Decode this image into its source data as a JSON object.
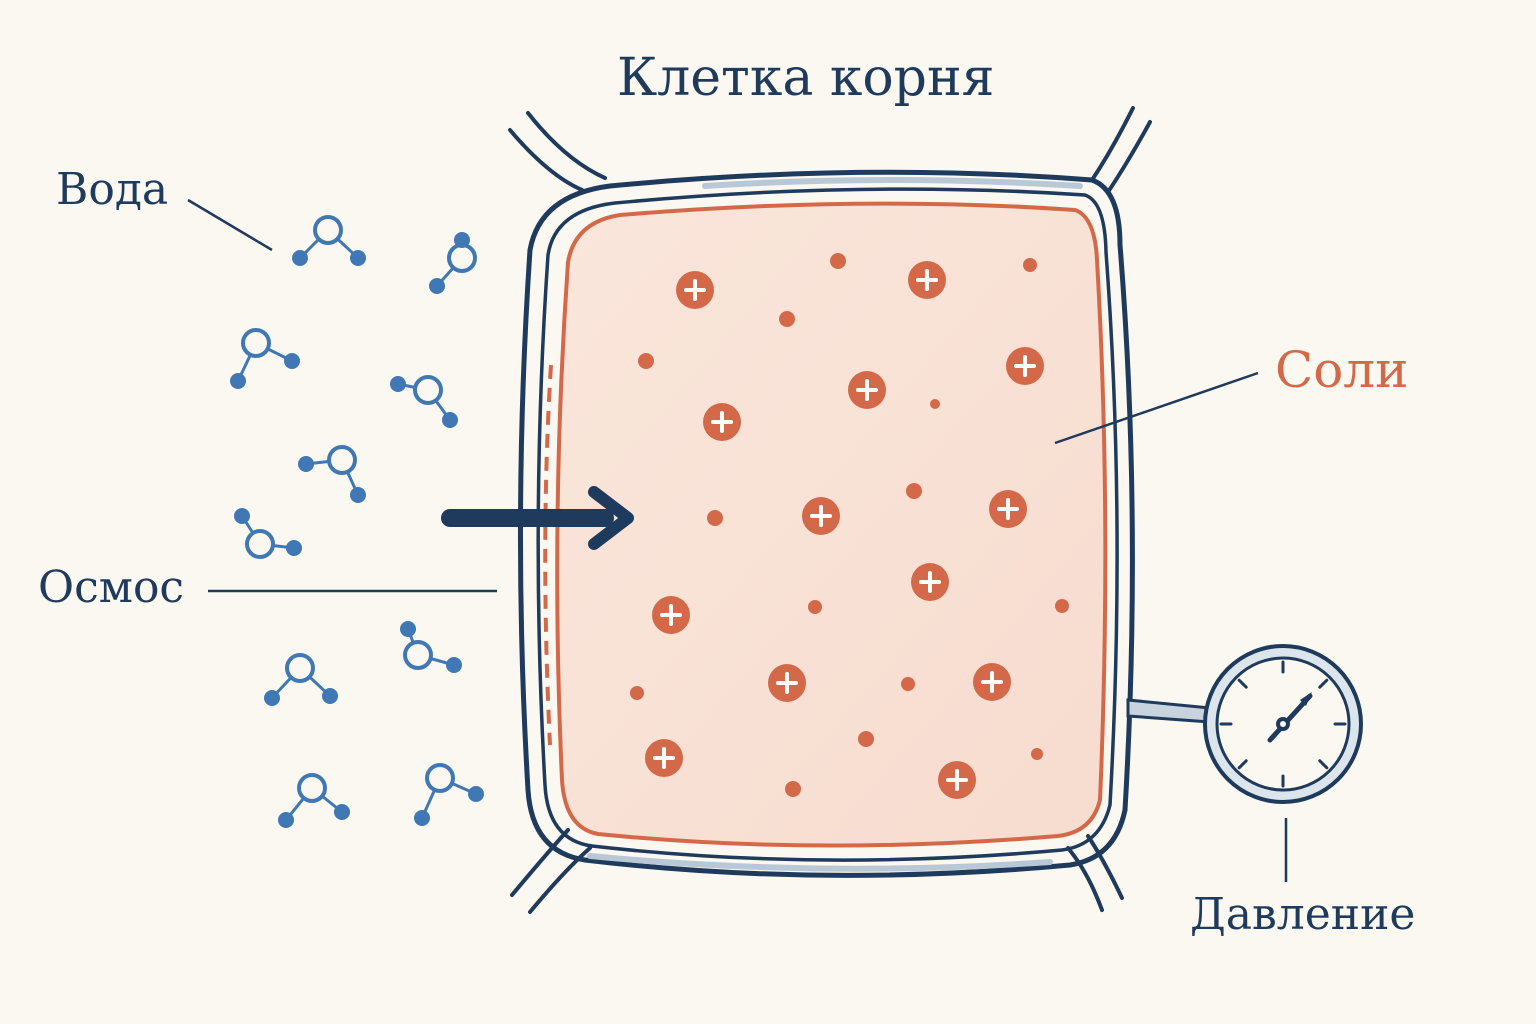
{
  "title": "Клетка корня",
  "labels": {
    "water": "Вода",
    "osmosis": "Осмос",
    "salts": "Соли",
    "pressure": "Давление"
  },
  "icons": [
    "water-molecule-icon",
    "salt-ion-icon",
    "pressure-gauge-icon",
    "arrow-right-icon"
  ],
  "colors": {
    "background": "#fbf7f1",
    "navy": "#1e3a5c",
    "water": "#3f78b5",
    "salt": "#d4694a",
    "cytoplasm": "#f9e3d8"
  }
}
